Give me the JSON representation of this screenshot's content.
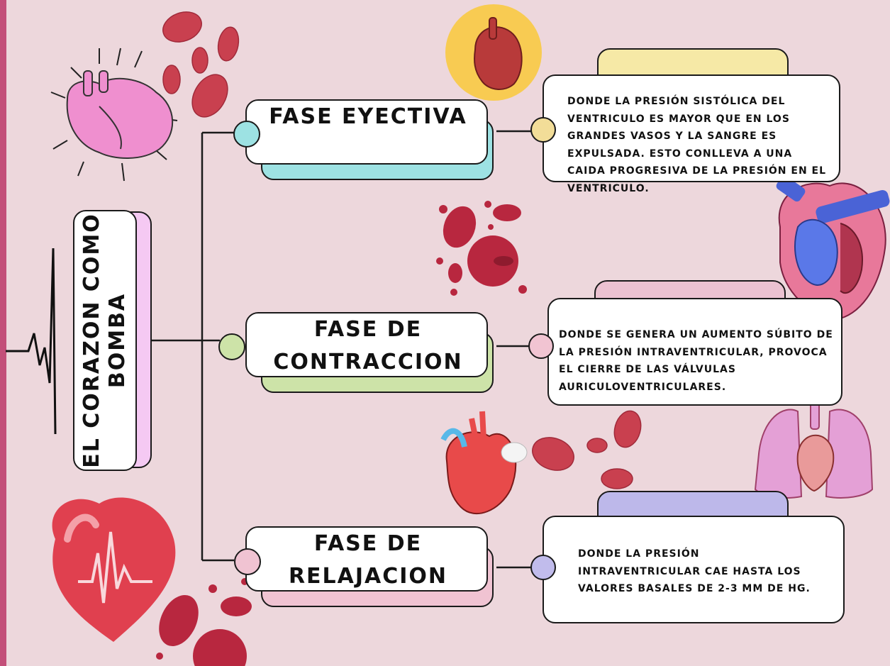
{
  "title": "EL CORAZON COMO BOMBA",
  "phases": [
    {
      "title": "FASE EYECTIVA",
      "description": "DONDE LA PRESIÓN SISTÓLICA DEL VENTRICULO ES MAYOR QUE EN LOS GRANDES VASOS Y LA SANGRE ES EXPULSADA. ESTO CONLLEVA A UNA CAIDA PROGRESIVA DE LA PRESIÓN EN EL VENTRICULO.",
      "accent": "#9de2e3",
      "dot_color": "#f2dd98"
    },
    {
      "title": "FASE DE CONTRACCION",
      "description": "DONDE SE GENERA UN AUMENTO SÚBITO DE LA PRESIÓN INTRAVENTRICULAR, PROVOCA EL CIERRE DE LAS VÁLVULAS AURICULOVENTRICULARES.",
      "accent": "#cde3a8",
      "dot_color": "#f1c4d2"
    },
    {
      "title": "FASE DE RELAJACION",
      "description": "DONDE LA PRESIÓN INTRAVENTRICULAR CAE HASTA LOS VALORES BASALES DE 2-3 MM DE HG.",
      "accent": "#f0c3d2",
      "dot_color": "#c1bcec"
    }
  ],
  "colors": {
    "background": "#edd7dc",
    "title_card_accent": "#f5c9f3",
    "label_pill_1": "#f6e9a6",
    "label_pill_2": "#ebc2d1",
    "label_pill_3": "#bdb8ea",
    "blood_cell": "#c73449"
  }
}
